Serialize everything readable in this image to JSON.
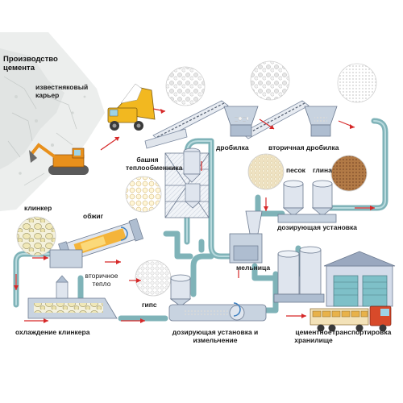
{
  "title_line1": "Производство",
  "title_line2": "цемента",
  "labels": {
    "quarry": "известняковый карьер",
    "crusher": "дробилка",
    "secondary_crusher": "вторичная дробилка",
    "preheater_tower": "башня теплообменника",
    "sand": "песок",
    "clay": "глина",
    "clinker": "клинкер",
    "firing": "обжиг",
    "dosing_unit": "дозирующая установка",
    "mill": "мельница",
    "secondary_heat": "вторичное тепло",
    "gypsum": "гипс",
    "clinker_cooling": "охлаждение клинкера",
    "dosing_grinding": "дозирующая установка и измельчение",
    "cement_storage": "цементное хранилище",
    "transport": "транспортировка"
  },
  "colors": {
    "pipe": "#7fb3b8",
    "flow_arrow": "#d62828",
    "truck_yellow": "#f2b820",
    "excavator_orange": "#e8901c",
    "equipment": "#c8d3e0",
    "kiln_fire": "#f4b43a",
    "lorry_red": "#d84a2a"
  },
  "icons": [
    "dump-truck-icon",
    "excavator-icon",
    "lorry-icon",
    "rotation-arrow-icon"
  ]
}
